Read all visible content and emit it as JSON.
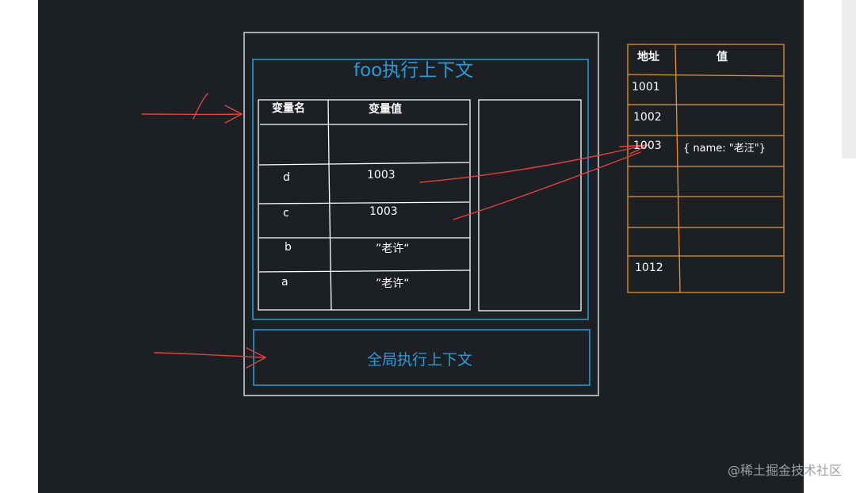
{
  "diagram": {
    "foo_context_title": "foo执行上下文",
    "global_context_title": "全局执行上下文",
    "var_table": {
      "headers": [
        "变量名",
        "变量值"
      ],
      "rows": [
        {
          "name": "",
          "value": ""
        },
        {
          "name": "d",
          "value": "1003"
        },
        {
          "name": "c",
          "value": "1003"
        },
        {
          "name": "b",
          "value": "”老许“"
        },
        {
          "name": "a",
          "value": "”老许“"
        }
      ]
    },
    "memory_table": {
      "headers": [
        "地址",
        "值"
      ],
      "rows": [
        {
          "address": "1001",
          "value": ""
        },
        {
          "address": "1002",
          "value": ""
        },
        {
          "address": "1003",
          "value": "{ name: \"老汪\"}"
        },
        {
          "address": "",
          "value": ""
        },
        {
          "address": "",
          "value": ""
        },
        {
          "address": "",
          "value": ""
        },
        {
          "address": "1012",
          "value": ""
        }
      ]
    },
    "colors": {
      "background": "#1c1f24",
      "stack_border": "#d9d9d9",
      "context_blue": "#2f9bd6",
      "memory_orange": "#e8953a",
      "arrow_red": "#e0443e"
    }
  },
  "watermark": "@稀土掘金技术社区"
}
